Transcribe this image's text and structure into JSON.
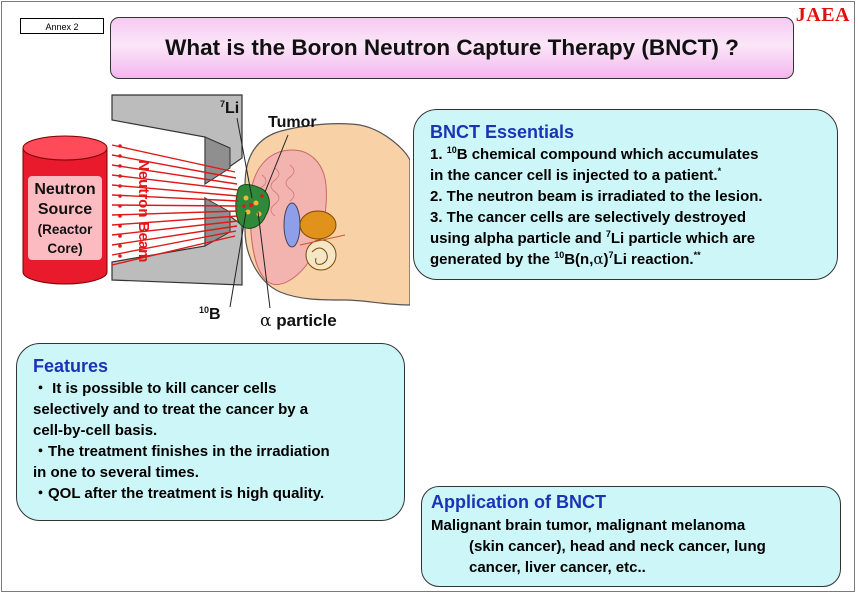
{
  "annex": "Annex 2",
  "org": "JAEA",
  "title": "What is the Boron Neutron Capture Therapy (BNCT) ?",
  "diagram": {
    "source_line1": "Neutron",
    "source_line2": "Source",
    "source_line3": "(Reactor",
    "source_line4": "Core)",
    "beam_label": "Neutron Beam",
    "li_label": "Li",
    "li_mass": "7",
    "tumor_label": "Tumor",
    "boron_label": "B",
    "boron_mass": "10",
    "alpha_symbol": "α",
    "alpha_label": "particle",
    "colors": {
      "source": "#e81a2c",
      "beam": "#e01818",
      "head": "#f8d2a6",
      "tumor": "#2e8a3a"
    }
  },
  "essentials": {
    "heading": "BNCT Essentials",
    "l1_pre": "1. ",
    "l1_sup": "10",
    "l1_post": "B chemical compound which accumulates",
    "l2": "in the cancer cell is injected to a patient.",
    "l2_note": "*",
    "l3": "2. The neutron beam is irradiated to the lesion.",
    "l4": "3. The cancer cells are selectively destroyed",
    "l5_pre": "using alpha particle and ",
    "l5_sup": "7",
    "l5_post": "Li particle which are",
    "l6_pre": "generated by the ",
    "l6_sup1": "10",
    "l6_mid": "B(n,",
    "l6_alpha": "α",
    "l6_mid2": ")",
    "l6_sup2": "7",
    "l6_post": "Li reaction.",
    "l6_note": "**"
  },
  "features": {
    "heading": "Features",
    "lines": [
      "・ It is possible to kill cancer cells",
      "selectively and to treat the cancer by a",
      "cell-by-cell basis.",
      "・The treatment finishes in the irradiation",
      "in one to several times.",
      "・QOL after the treatment is high quality."
    ]
  },
  "application": {
    "heading": "Application of BNCT",
    "line1": "Malignant brain tumor, malignant melanoma",
    "line2": "(skin cancer), head and neck cancer, lung",
    "line3": "cancer, liver cancer, etc.."
  }
}
